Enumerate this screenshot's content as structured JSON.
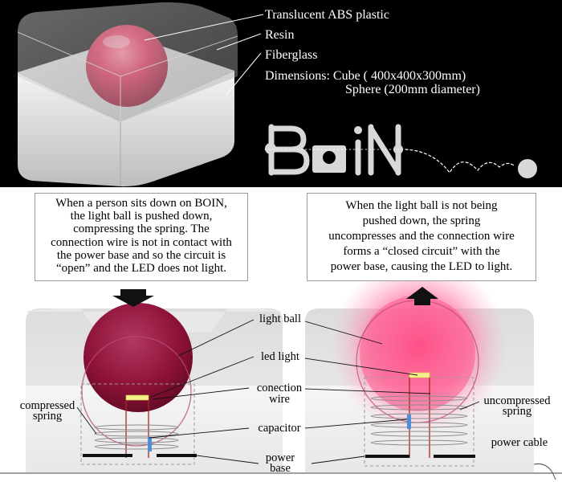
{
  "top": {
    "labels": {
      "translucent_abs": "Translucent ABS plastic",
      "resin": "Resin",
      "fiberglass": "Fiberglass",
      "dimensions_line1": "Dimensions: Cube ( 400x400x300mm)",
      "dimensions_line2": "Sphere (200mm diameter)"
    },
    "logo_text": "BOIN"
  },
  "callouts": {
    "left": {
      "lines": [
        "When a person sits down on BOIN,",
        "the light ball is pushed down,",
        "compressing the spring. The",
        "connection wire is not in contact with",
        "the power base and so the circuit is",
        "“open” and the LED does not light."
      ]
    },
    "right": {
      "lines": [
        "When the light ball is not being",
        "pushed down, the spring",
        "uncompresses and the connection wire",
        "forms a “closed circuit” with the",
        "power base, causing the LED to light."
      ]
    }
  },
  "diagram_labels": {
    "light_ball": "light ball",
    "led_light": "led light",
    "connection_wire_1": "conection",
    "connection_wire_2": "wire",
    "capacitor": "capacitor",
    "power_base_1": "power",
    "power_base_2": "base",
    "compressed_1": "compressed",
    "compressed_2": "spring",
    "uncompressed_1": "uncompressed",
    "uncompressed_2": "spring",
    "power_cable": "power cable"
  },
  "colors": {
    "background_top": "#000000",
    "ball_off": "#8e1238",
    "ball_on": "#ff5a8c",
    "led_yellow": "#f3f08a",
    "capacitor_blue": "#4f8fd8",
    "wire_red": "#a0282a"
  }
}
